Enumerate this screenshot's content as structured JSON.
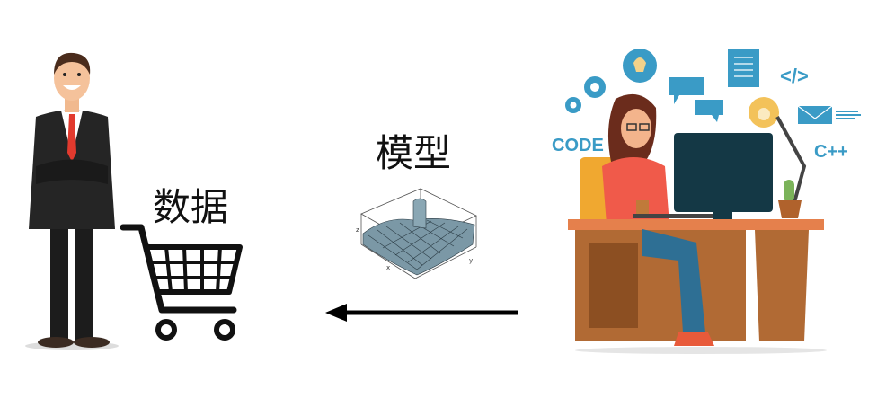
{
  "labels": {
    "data": "数据",
    "model": "模型"
  },
  "developer_icons": {
    "code": "CODE",
    "cpp": "C++",
    "tag": "</>"
  },
  "plot_axes": {
    "x": "x",
    "y": "y",
    "z": "z"
  },
  "colors": {
    "icon_blue": "#3a9bc6",
    "arrow": "#000000",
    "desk": "#c77a3a",
    "shirt": "#f05a4a",
    "suit": "#222222"
  },
  "flow": {
    "from": "developer",
    "to": "customer",
    "direction": "left"
  }
}
